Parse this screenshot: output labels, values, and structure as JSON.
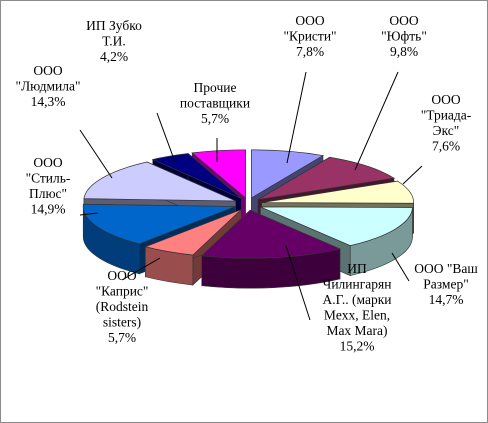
{
  "chart_data": {
    "type": "pie",
    "title": "",
    "slices": [
      {
        "label_lines": [
          "ООО",
          "\"Кристи\"",
          "7,8%"
        ],
        "value": 7.8,
        "color": "#9999ff"
      },
      {
        "label_lines": [
          "ООО",
          "\"Юфть\"",
          "9,8%"
        ],
        "value": 9.8,
        "color": "#993366"
      },
      {
        "label_lines": [
          "ООО",
          "\"Триада-",
          "Экс\"",
          "7,6%"
        ],
        "value": 7.6,
        "color": "#ffffcc"
      },
      {
        "label_lines": [
          "ООО \"Ваш",
          "Размер\"",
          "14,7%"
        ],
        "value": 14.7,
        "color": "#ccffff"
      },
      {
        "label_lines": [
          "ИП",
          "Чилингарян",
          "А.Г.. (марки",
          "Mexx, Elen,",
          "Max Mara)",
          "15,2%"
        ],
        "value": 15.2,
        "color": "#660066"
      },
      {
        "label_lines": [
          "ООО",
          "\"Каприс\"",
          "(Rodstein",
          "sisters)",
          "5,7%"
        ],
        "value": 5.7,
        "color": "#ff8080"
      },
      {
        "label_lines": [
          "ООО",
          "\"Стиль-",
          "Плюс\"",
          "14,9%"
        ],
        "value": 14.9,
        "color": "#0066cc"
      },
      {
        "label_lines": [
          "ООО",
          "\"Людмила\"",
          "14,3%"
        ],
        "value": 14.3,
        "color": "#ccccff"
      },
      {
        "label_lines": [
          "ИП Зубко",
          "Т.И.",
          "4,2%"
        ],
        "value": 4.2,
        "color": "#000080"
      },
      {
        "label_lines": [
          "Прочие",
          "поставщики",
          "5,7%"
        ],
        "value": 5.7,
        "color": "#ff00ff"
      }
    ]
  }
}
